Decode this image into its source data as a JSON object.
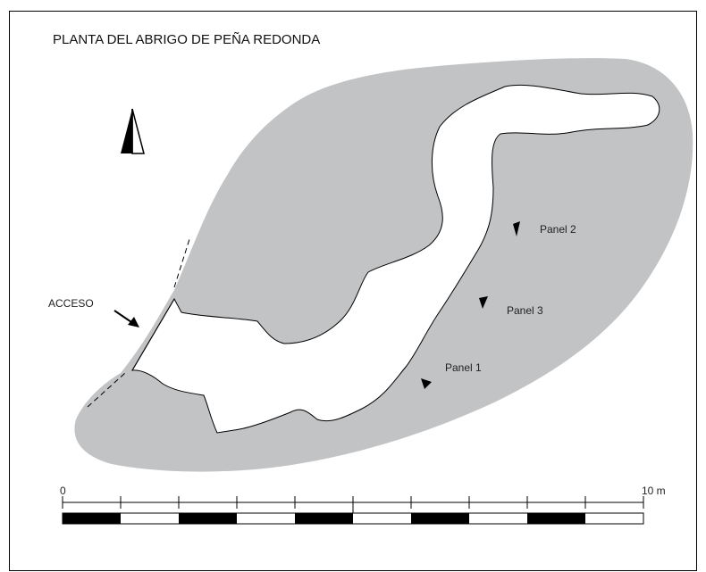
{
  "title": "PLANTA DEL ABRIGO DE PEÑA REDONDA",
  "entrance_label": "ACCESO",
  "panels": [
    {
      "id": "panel-2",
      "label": "Panel 2"
    },
    {
      "id": "panel-3",
      "label": "Panel 3"
    },
    {
      "id": "panel-1",
      "label": "Panel 1"
    }
  ],
  "scale_bar": {
    "start_label": "0",
    "end_label": "10 m",
    "segments": 10
  },
  "colors": {
    "rock_fill": "#c2c3c5",
    "outline": "#000000",
    "background": "#ffffff"
  },
  "icons": {
    "north_arrow": "north-arrow-icon",
    "entrance_arrow": "arrow-icon",
    "panel_marker": "triangle-marker-icon"
  }
}
